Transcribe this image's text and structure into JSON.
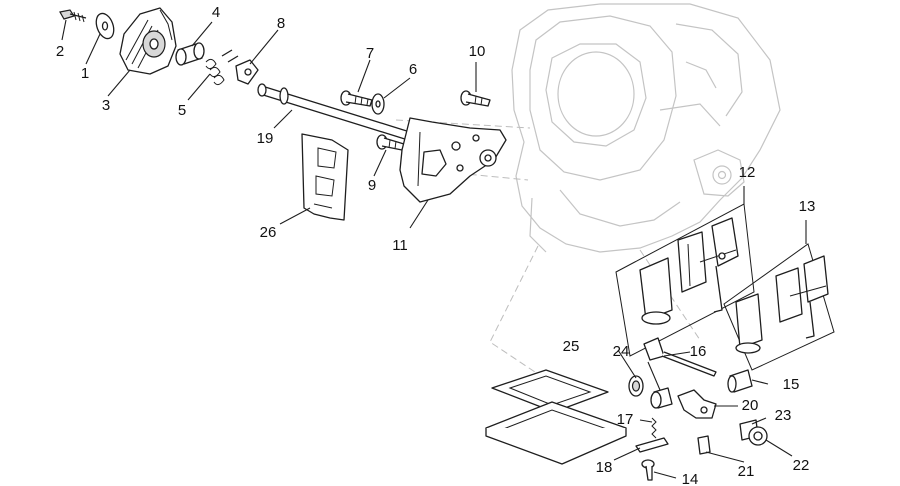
{
  "labels": {
    "c1": "1",
    "c2": "2",
    "c3": "3",
    "c4": "4",
    "c5": "5",
    "c6": "6",
    "c7": "7",
    "c8": "8",
    "c9": "9",
    "c10": "10",
    "c11": "11",
    "c12": "12",
    "c13": "13",
    "c14": "14",
    "c15": "15",
    "c16": "16",
    "c17": "17",
    "c18": "18",
    "c19": "19",
    "c20": "20",
    "c21": "21",
    "c22": "22",
    "c23": "23",
    "c24": "24",
    "c25": "25",
    "c26": "26"
  },
  "colors": {
    "line": "#1e1e1e",
    "ghost": "#c4c4c4",
    "background": "#ffffff"
  }
}
